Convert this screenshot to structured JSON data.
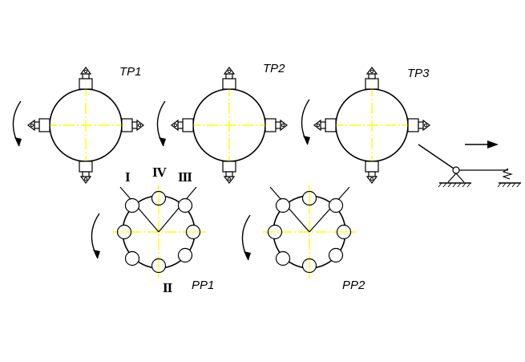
{
  "labels": {
    "tp1": "TP1",
    "tp2": "TP2",
    "tp3": "TP3",
    "pp1": "PP1",
    "pp2": "PP2",
    "roman_1": "I",
    "roman_2": "II",
    "roman_3": "III",
    "roman_4": "IV"
  },
  "colors": {
    "line": "#000000",
    "centerline": "#ffff00",
    "background": "#ffffff"
  },
  "icons": {
    "rotation": "rotation-arrow-icon",
    "direction": "direction-arrow-icon",
    "spring": "spring-icon",
    "support": "ground-support-icon"
  }
}
